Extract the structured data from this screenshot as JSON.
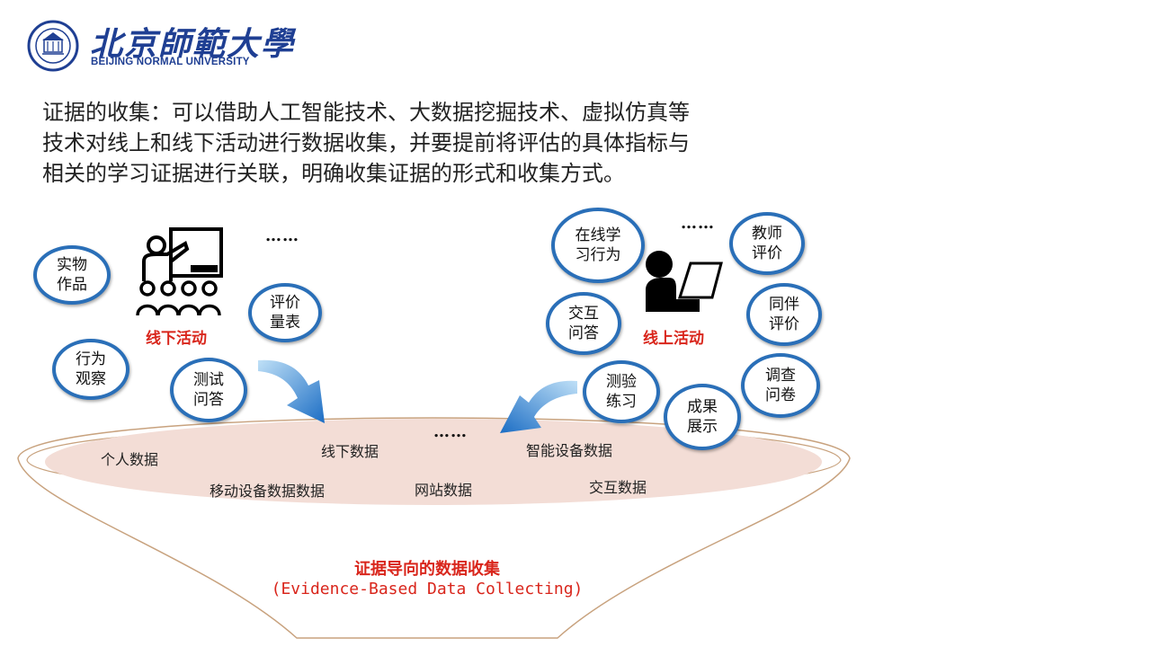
{
  "header": {
    "logo_cn": "北京師範大學",
    "logo_en": "BEIJING NORMAL UNIVERSITY"
  },
  "paragraph": "证据的收集：可以借助人工智能技术、大数据挖掘技术、虚拟仿真等技术对线上和线下活动进行数据收集，并要提前将评估的具体指标与相关的学习证据进行关联，明确收集证据的形式和收集方式。",
  "offline": {
    "label": "线下活动",
    "dots": "……",
    "circles": [
      "实物作品",
      "评价量表",
      "行为观察",
      "测试问答"
    ]
  },
  "online": {
    "label": "线上活动",
    "dots": "……",
    "circles": [
      "在线学习行为",
      "教师评价",
      "交互问答",
      "同伴评价",
      "测验练习",
      "调查问卷",
      "成果展示"
    ]
  },
  "funnel": {
    "dots": "……",
    "items": [
      "个人数据",
      "线下数据",
      "智能设备数据",
      "移动设备数据数据",
      "网站数据",
      "交互数据"
    ],
    "title": "证据导向的数据收集",
    "subtitle": "(Evidence-Based Data Collecting)"
  },
  "colors": {
    "circle_border": "#2a6fb8",
    "accent_red": "#d9261c",
    "brand_blue": "#1f3f93",
    "bowl_fill": "#f3ddd6"
  }
}
